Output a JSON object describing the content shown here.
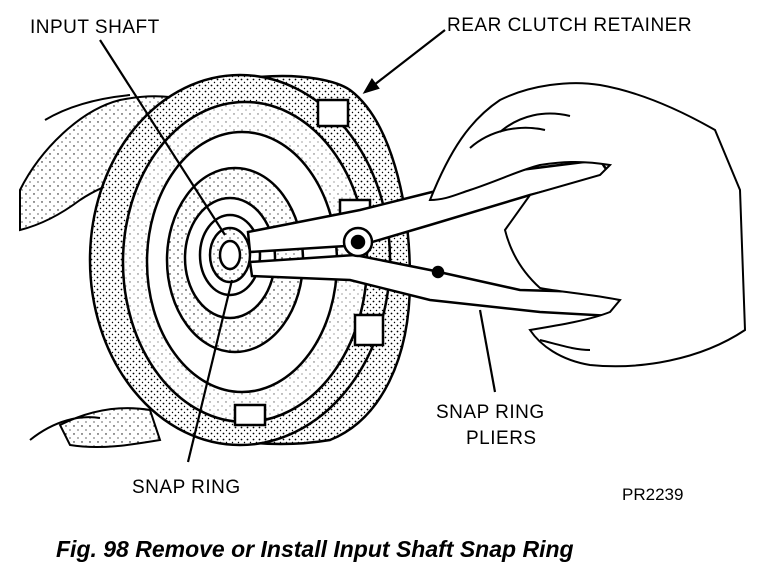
{
  "labels": {
    "input_shaft": "INPUT SHAFT",
    "rear_clutch_retainer": "REAR CLUTCH RETAINER",
    "snap_ring_pliers_line1": "SNAP RING",
    "snap_ring_pliers_line2": "PLIERS",
    "snap_ring": "SNAP RING"
  },
  "figure_ref": "PR2239",
  "caption": "Fig. 98 Remove or Install Input Shaft Snap Ring",
  "colors": {
    "ink": "#000000",
    "paper": "#ffffff"
  }
}
